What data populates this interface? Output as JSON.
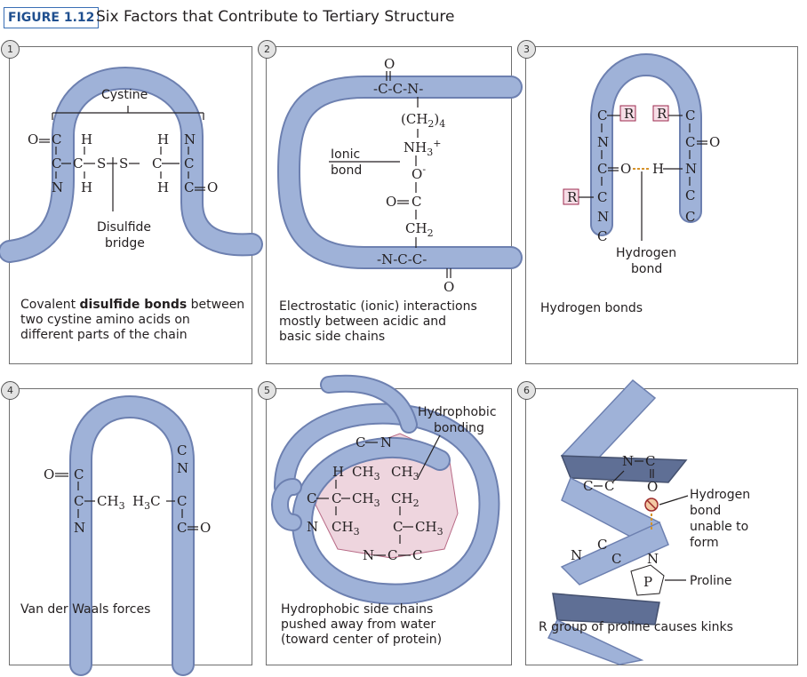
{
  "figure": {
    "label": "FIGURE 1.12",
    "title": "Six Factors that Contribute to Tertiary Structure"
  },
  "panels": [
    {
      "number": "1",
      "labels": {
        "cystine": "Cystine",
        "disulfide_bridge_1": "Disulfide",
        "disulfide_bridge_2": "bridge"
      },
      "chem": [
        "O",
        "C",
        "H",
        "H",
        "N",
        "C",
        "C",
        "S",
        "S",
        "C",
        "C",
        "N",
        "H",
        "H",
        "C",
        "O"
      ],
      "caption_lines": [
        {
          "pre": "Covalent ",
          "bold": "disulfide bonds",
          "post": " between"
        },
        {
          "pre": "two cystine amino acids on",
          "bold": "",
          "post": ""
        },
        {
          "pre": "different parts of the chain",
          "bold": "",
          "post": ""
        }
      ]
    },
    {
      "number": "2",
      "labels": {
        "ionic_1": "Ionic",
        "ionic_2": "bond"
      },
      "chem": [
        "O",
        "-C-C-N-",
        "(CH",
        "2",
        ")",
        "4",
        "NH",
        "3",
        "+",
        "O",
        "-",
        "O",
        "C",
        "CH",
        "2",
        "-N-C-C-",
        "O"
      ],
      "caption_lines": [
        "Electrostatic (ionic) interactions",
        "mostly between acidic and",
        "basic side chains"
      ]
    },
    {
      "number": "3",
      "labels": {
        "hbond_1": "Hydrogen",
        "hbond_2": "bond"
      },
      "chem": [
        "C",
        "R",
        "R",
        "C",
        "N",
        "C",
        "O",
        "C",
        "O",
        "H",
        "N",
        "R",
        "C",
        "C",
        "N",
        "C",
        "C"
      ],
      "caption_lines": [
        "Hydrogen bonds"
      ]
    },
    {
      "number": "4",
      "chem": [
        "O",
        "C",
        "N",
        "C",
        "CH",
        "3",
        "H",
        "3",
        "C",
        "C",
        "C",
        "O",
        "N",
        "C"
      ],
      "caption_lines": [
        "Van der Waals forces"
      ]
    },
    {
      "number": "5",
      "labels": {
        "hydro_1": "Hydrophobic",
        "hydro_2": "bonding"
      },
      "chem": [
        "C",
        "N",
        "H",
        "CH",
        "3",
        "CH",
        "3",
        "C",
        "C",
        "CH",
        "3",
        "CH",
        "2",
        "N",
        "CH",
        "3",
        "C",
        "CH",
        "3",
        "N",
        "C",
        "C"
      ],
      "caption_lines": [
        "Hydrophobic side chains",
        "pushed away from water",
        "(toward center of protein)"
      ]
    },
    {
      "number": "6",
      "labels": {
        "hb_1": "Hydrogen",
        "hb_2": "bond",
        "hb_3": "unable to",
        "hb_4": "form",
        "proline": "Proline"
      },
      "chem": [
        "N",
        "C",
        "C",
        "C",
        "O",
        "N",
        "C",
        "C",
        "N",
        "P"
      ],
      "caption_lines": [
        "R group of proline causes kinks"
      ]
    }
  ]
}
